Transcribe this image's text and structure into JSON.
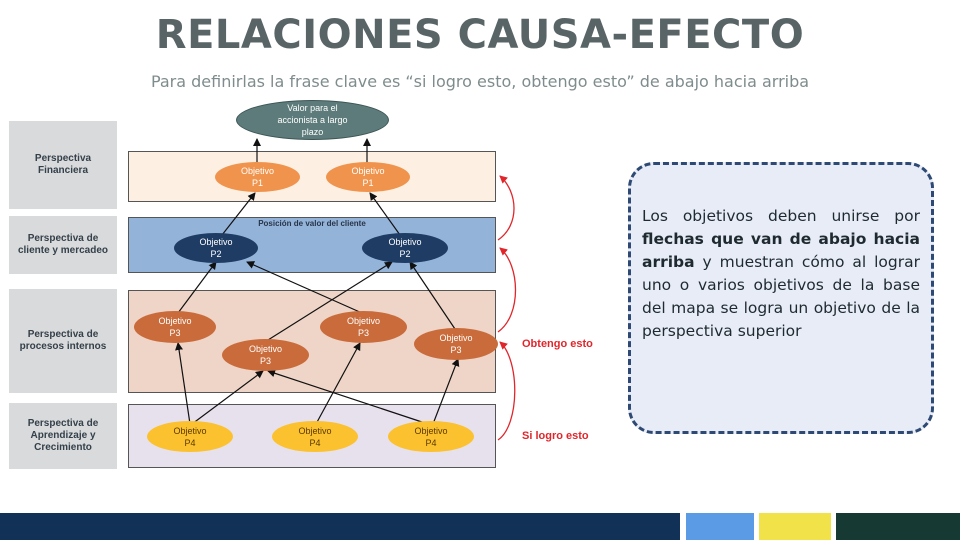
{
  "title": "RELACIONES CAUSA-EFECTO",
  "subtitle": "Para definirlas la frase clave es “si logro esto, obtengo esto” de abajo hacia arriba",
  "perspectives": [
    {
      "label": "Perspectiva Financiera"
    },
    {
      "label": "Perspectiva de cliente y mercadeo"
    },
    {
      "label": "Perspectiva de procesos internos"
    },
    {
      "label": "Perspectiva de Aprendizaje y Crecimiento"
    }
  ],
  "band_client_label": "Posición de valor del cliente",
  "nodes": {
    "root": "Valor para el\naccionista a largo\nplazo",
    "p1": [
      "Objetivo\nP1",
      "Objetivo\nP1"
    ],
    "p2": [
      "Objetivo\nP2",
      "Objetivo\nP2"
    ],
    "p3": [
      "Objetivo\nP3",
      "Objetivo\nP3",
      "Objetivo\nP3",
      "Objetivo\nP3"
    ],
    "p4": [
      "Objetivo\nP4",
      "Objetivo\nP4",
      "Objetivo\nP4"
    ]
  },
  "side_labels": {
    "obtain": "Obtengo esto",
    "achieve": "Si logro esto"
  },
  "callout": {
    "text_1": "Los objetivos deben unirse por ",
    "text_bold": "flechas que van de abajo hacia arriba",
    "text_2": " y muestran cómo al lograr uno o varios objetivos de la base del mapa se logra un objetivo de la perspectiva superior"
  },
  "colors": {
    "title": "#596467",
    "band_financial": "#fdf0e3",
    "band_client": "#94b3d9",
    "band_process": "#efd5c7",
    "band_learning": "#e7e1ee",
    "arrow": "#111111",
    "bracket": "#e0262b",
    "callout_border": "#2e4a74"
  }
}
